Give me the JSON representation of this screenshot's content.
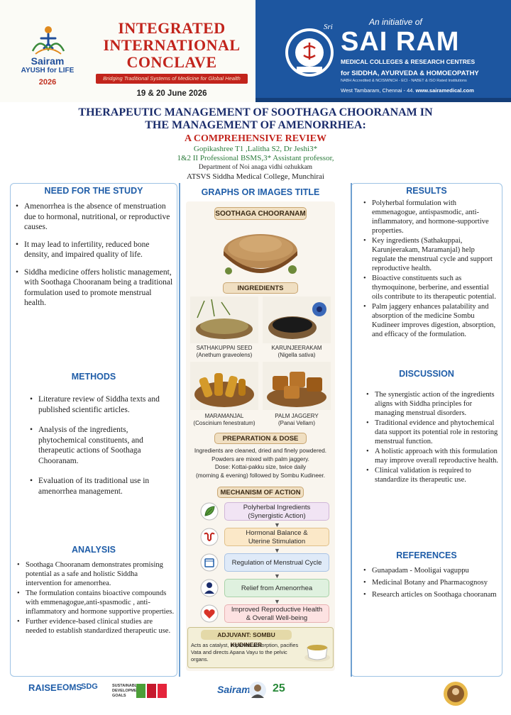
{
  "header": {
    "ayush": {
      "brand": "Sairam",
      "subtitle": "AYUSH for LIFE",
      "year": "2026"
    },
    "conclave": {
      "title_line1": "INTEGRATED",
      "title_line2": "INTERNATIONAL",
      "title_line3": "CONCLAVE",
      "tagline": "Bridging Traditional Systems of Medicine for Global Health",
      "date": "19 & 20 June 2026"
    },
    "institution": {
      "initiative": "An initiative of",
      "sri": "Sri",
      "name": "SAI RAM",
      "line1": "MEDICAL COLLEGES & RESEARCH CENTRES",
      "line2": "for SIDDHA, AYURVEDA & HOMOEOPATHY",
      "line3": "NABH Accredited & NCISM/NCH - ECI - NABET & ISO Rated Institutions",
      "address": "West Tambaram, Chennai - 44.",
      "website": "www.sairamedical.com"
    }
  },
  "title": {
    "line1": "THERAPEUTIC MANAGEMENT OF SOOTHAGA CHOORANAM IN",
    "line2": "THE MANAGEMENT OF AMENORRHEA:",
    "subtitle": "A COMPREHENSIVE REVIEW",
    "authors": "Gopikashree T1 ,Lalitha S2, Dr Jeshi3*",
    "affiliation1": "1&2 II Professional BSMS,3* Assistant professor,",
    "affiliation2": "Department of Noi anaga vidhi ozhukkam",
    "college": "ATSVS Siddha Medical College, Munchirai"
  },
  "sections": {
    "need": {
      "heading": "NEED FOR THE STUDY",
      "items": [
        "Amenorrhea is the absence of menstruation due to hormonal, nutritional, or reproductive causes.",
        "It may lead to infertility, reduced bone density, and impaired quality of life.",
        "Siddha medicine offers holistic management, with Soothaga Chooranam being a traditional formulation used to promote menstrual health."
      ]
    },
    "methods": {
      "heading": "METHODS",
      "items": [
        "Literature review of Siddha texts and published scientific articles.",
        "Analysis of the ingredients, phytochemical constituents, and therapeutic actions of Soothaga Chooranam.",
        "Evaluation of its traditional use in amenorrhea management."
      ]
    },
    "analysis": {
      "heading": "ANALYSIS",
      "items": [
        "Soothaga Chooranam demonstrates promising potential as a safe and holistic Siddha intervention for amenorrhea.",
        "The formulation contains bioactive compounds with emmenagogue,anti-spasmodic , anti- inflammatory and hormone supportive properties.",
        "Further evidence-based clinical studies are needed to establish standardized therapeutic use."
      ]
    },
    "graphs": {
      "heading": "GRAPHS OR IMAGES TITLE",
      "product": "SOOTHAGA CHOORANAM",
      "ingredients_title": "INGREDIENTS",
      "ingredients": [
        {
          "name": "SATHAKUPPAI SEED",
          "latin": "(Anethum graveolens)"
        },
        {
          "name": "KARUNJEERAKAM",
          "latin": "(Nigella sativa)"
        },
        {
          "name": "MARAMANJAL",
          "latin": "(Coscinium fenestratum)"
        },
        {
          "name": "PALM JAGGERY",
          "latin": "(Panai Vellam)"
        }
      ],
      "prep_title": "PREPARATION & DOSE",
      "prep_lines": [
        "Ingredients are cleaned, dried and finely powdered.",
        "Powders are mixed with palm jaggery.",
        "Dose: Kottai-pakku size, twice daily",
        "(morning & evening) followed by Sombu Kudineer."
      ],
      "mechanism_title": "MECHANISM OF ACTION",
      "mechanism_steps": [
        {
          "label1": "Polyherbal Ingredients",
          "label2": "(Synergistic Action)",
          "color": "#f1e4f4",
          "icon": "leaf-icon"
        },
        {
          "label1": "Hormonal Balance &",
          "label2": "Uterine Stimulation",
          "color": "#fbe8c8",
          "icon": "uterus-icon"
        },
        {
          "label1": "Regulation of Menstrual Cycle",
          "label2": "",
          "color": "#dfeaf8",
          "icon": "calendar-icon"
        },
        {
          "label1": "Relief from Amenorrhea",
          "label2": "",
          "color": "#dff1df",
          "icon": "person-icon"
        },
        {
          "label1": "Improved Reproductive Health",
          "label2": "& Overall Well-being",
          "color": "#fde2e2",
          "icon": "heart-icon"
        }
      ],
      "adjuvant_title": "ADJUVANT: SOMBU KUDINEER",
      "adjuvant_text": "Acts as catalyst, improves absorption, pacifies Vata and directs Apana Vayu to the pelvic organs."
    },
    "results": {
      "heading": "RESULTS",
      "items": [
        "Polyherbal formulation with emmenagogue, antispasmodic, anti-inflammatory, and hormone-supportive properties.",
        "Key ingredients (Sathakuppai, Karunjeerakam, Maramanjal) help regulate the menstrual cycle and support reproductive health.",
        "Bioactive constituents such as thymoquinone, berberine, and essential oils contribute to its therapeutic potential.",
        "Palm jaggery enhances palatability and absorption of the medicine Sombu Kudineer improves digestion, absorption, and efficacy of the formulation."
      ]
    },
    "discussion": {
      "heading": "DISCUSSION",
      "items": [
        "The synergistic action of the ingredients aligns with Siddha principles for managing menstrual disorders.",
        "Traditional evidence and phytochemical data support its potential role in restoring menstrual function.",
        "A holistic approach with this formulation may improve overall reproductive health.",
        "Clinical validation is required to standardize its therapeutic use."
      ]
    },
    "references": {
      "heading": "REFERENCES",
      "items": [
        "Gunapadam - Mooligai vaguppu",
        "Medicinal Botany and Pharmacognosy",
        "Research articles on Soothaga chooranam"
      ]
    }
  },
  "footer": {
    "logos": [
      "RAISE",
      "EOMS",
      "SDG",
      "SUSTAINABLE DEVELOPMENT GOALS",
      "Sairam",
      "25"
    ]
  },
  "colors": {
    "heading_blue": "#1f5da8",
    "title_navy": "#1a2c6b",
    "accent_red": "#c2241c",
    "author_green": "#2a7a3a",
    "header_blue": "#1d56a0"
  }
}
